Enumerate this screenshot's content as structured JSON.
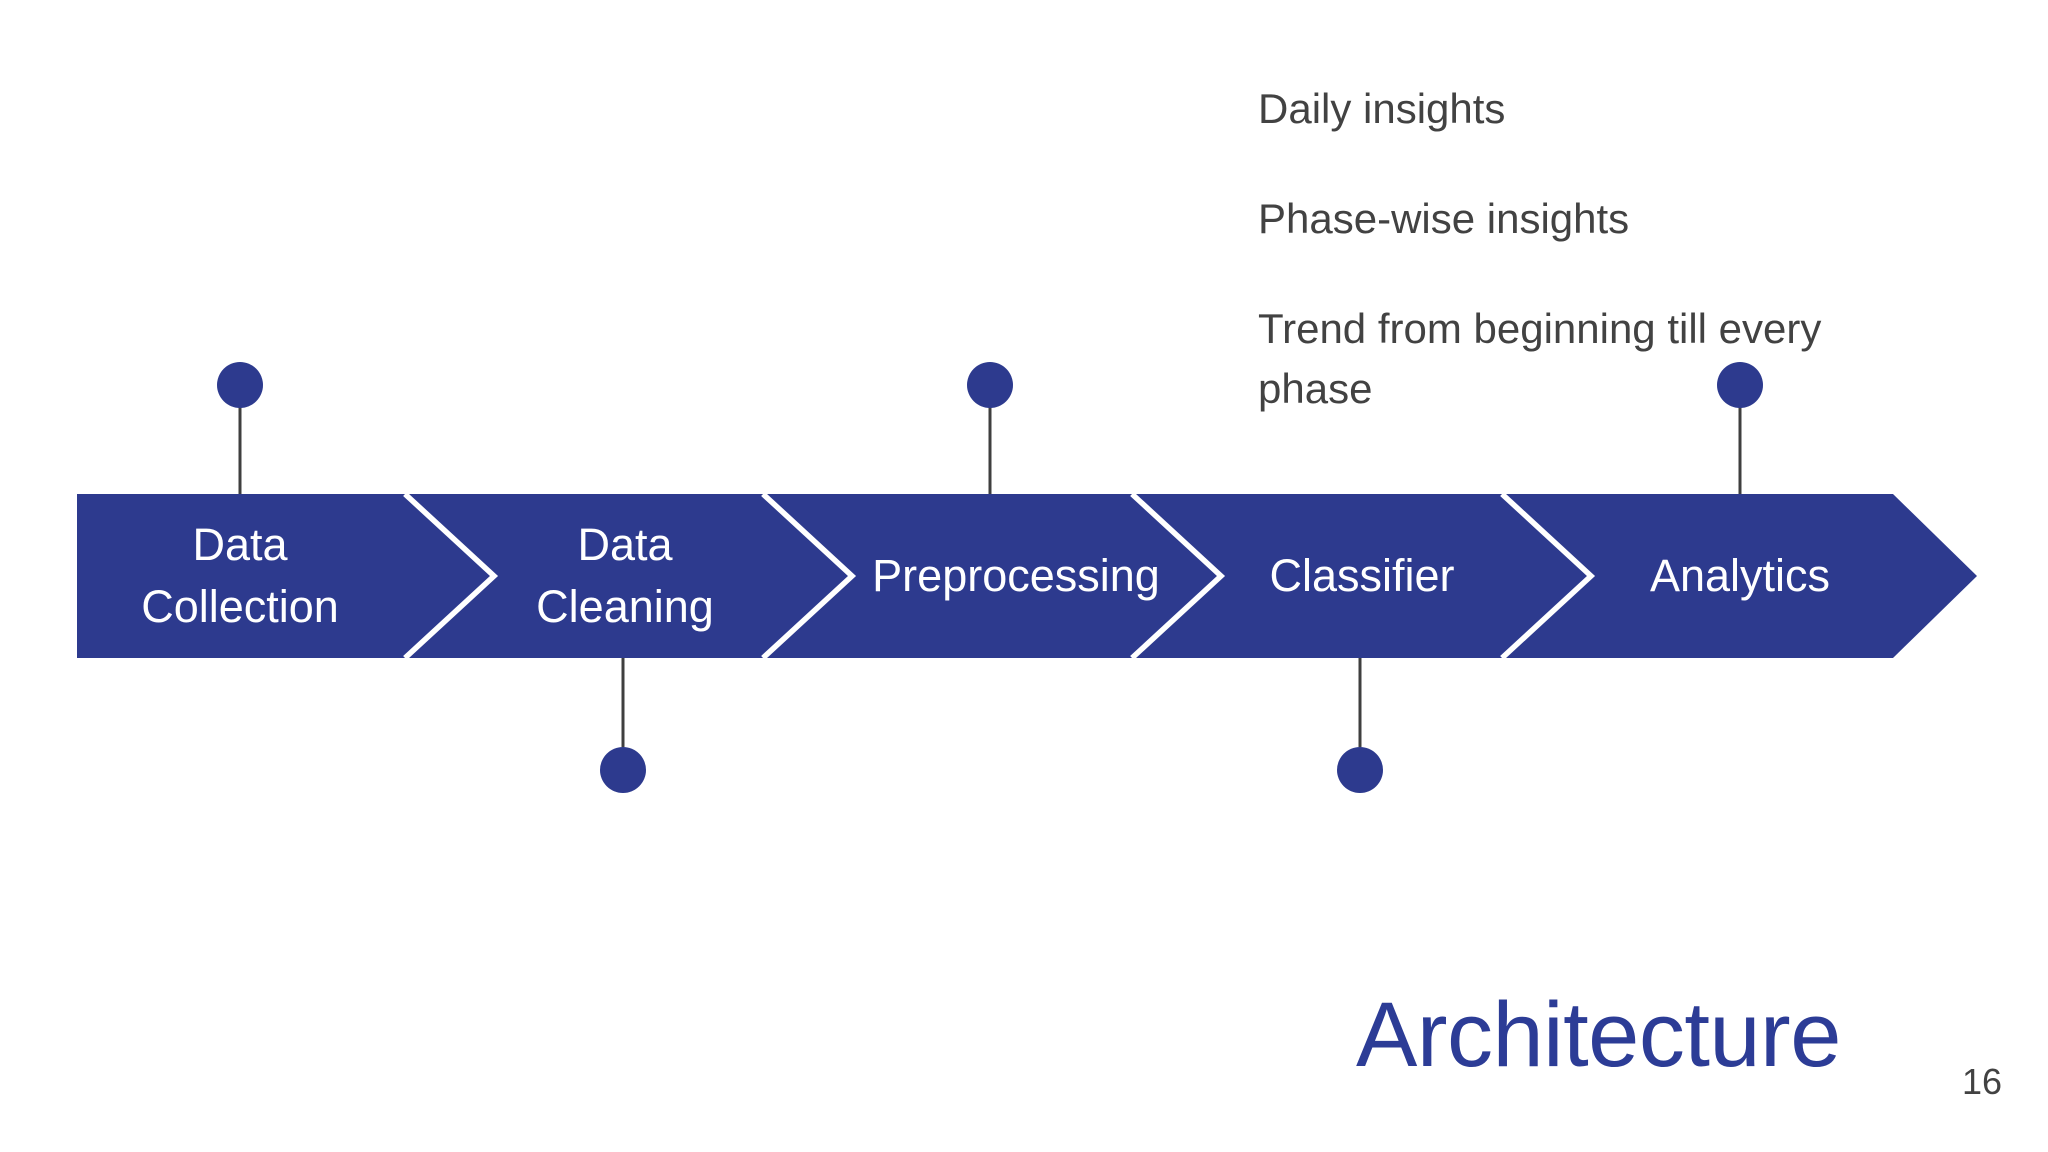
{
  "colors": {
    "band-color": "#2d3a8e",
    "separator-color": "#ffffff",
    "stem-color": "#3f3f3f",
    "title-color": "#2c3c96",
    "text-color": "#424242",
    "label-color": "#ffffff",
    "background": "#ffffff"
  },
  "insights": {
    "items": [
      "Daily insights",
      "Phase-wise insights",
      "Trend from beginning till every phase"
    ]
  },
  "process": {
    "steps": [
      {
        "label": "Data Collection",
        "lines": [
          "Data",
          "Collection"
        ],
        "marker_position": "above"
      },
      {
        "label": "Data Cleaning",
        "lines": [
          "Data",
          "Cleaning"
        ],
        "marker_position": "below"
      },
      {
        "label": "Preprocessing",
        "lines": [
          "Preprocessing"
        ],
        "marker_position": "above"
      },
      {
        "label": "Classifier",
        "lines": [
          "Classifier"
        ],
        "marker_position": "below"
      },
      {
        "label": "Analytics",
        "lines": [
          "Analytics"
        ],
        "marker_position": "above"
      }
    ]
  },
  "footer": {
    "title": "Architecture",
    "page_number": "16"
  }
}
